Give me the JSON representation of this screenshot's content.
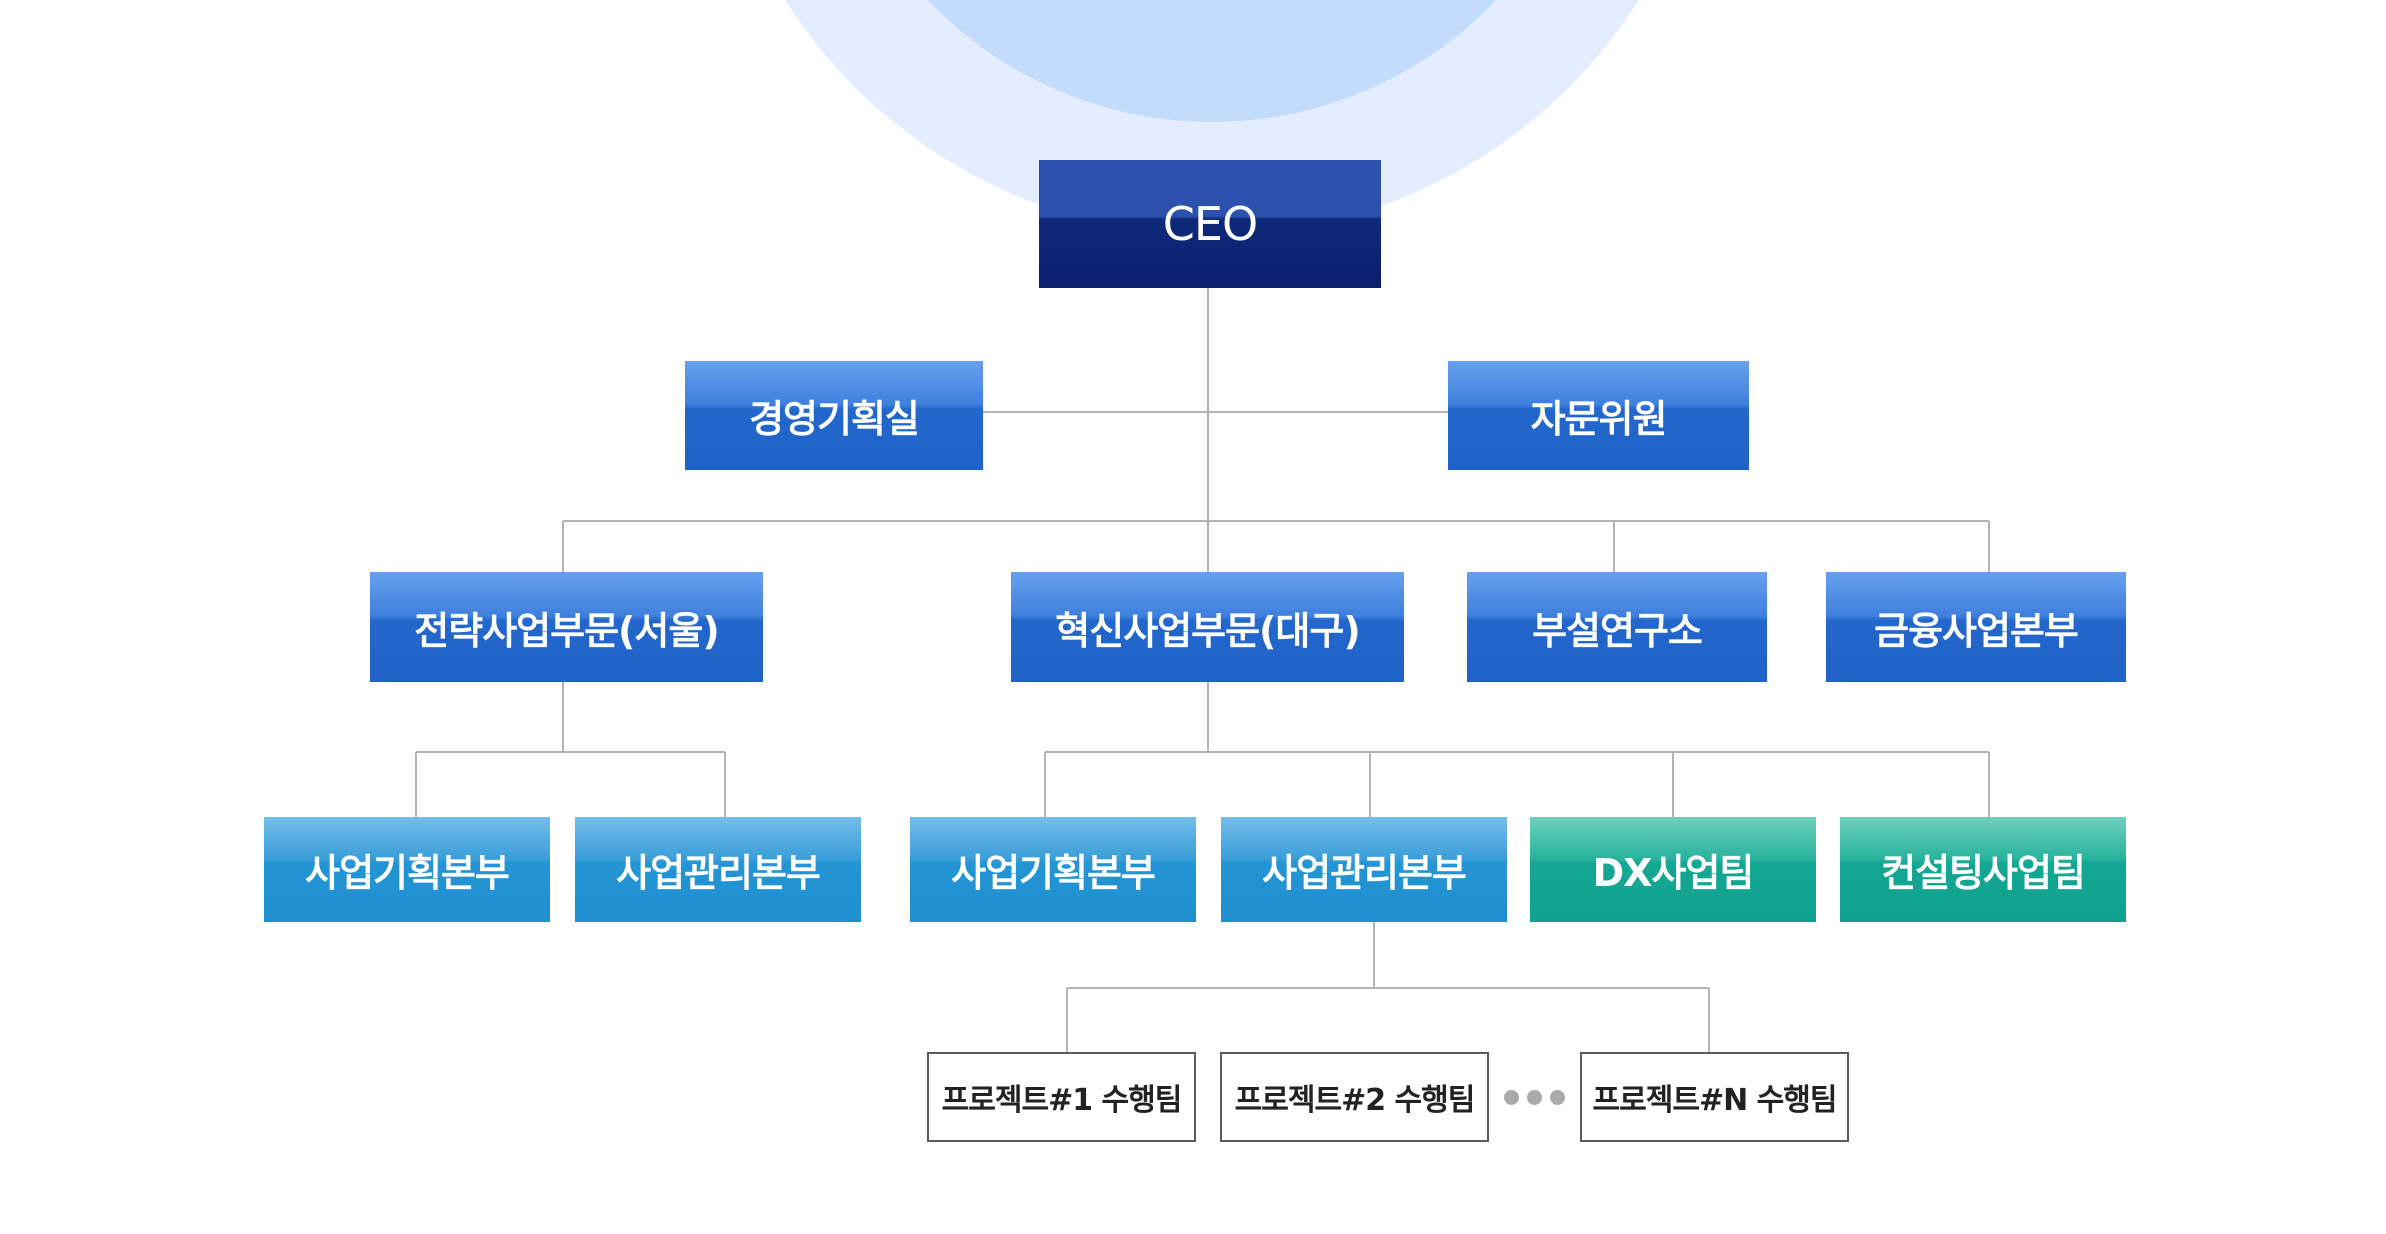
{
  "colors": {
    "ceo": "#0f2a7a",
    "level1": "#1f63c8",
    "division": "#1f63c8",
    "department": "#1f8fcf",
    "team": "#0fa28f",
    "connector": "#b3b3b3",
    "circle_outer": "#e3edfd",
    "circle_inner": "#c4dcfb"
  },
  "org": {
    "ceo": "CEO",
    "staff": [
      "경영기획실",
      "자문위원"
    ],
    "divisions": [
      "전략사업부문(서울)",
      "혁신사업부문(대구)",
      "부설연구소",
      "금융사업본부"
    ],
    "seoul_depts": [
      "사업기획본부",
      "사업관리본부"
    ],
    "daegu_depts": [
      "사업기획본부",
      "사업관리본부"
    ],
    "daegu_teams": [
      "DX사업팀",
      "컨설팅사업팀"
    ],
    "projects": [
      "프로젝트#1 수행팀",
      "프로젝트#2 수행팀",
      "프로젝트#N 수행팀"
    ]
  }
}
